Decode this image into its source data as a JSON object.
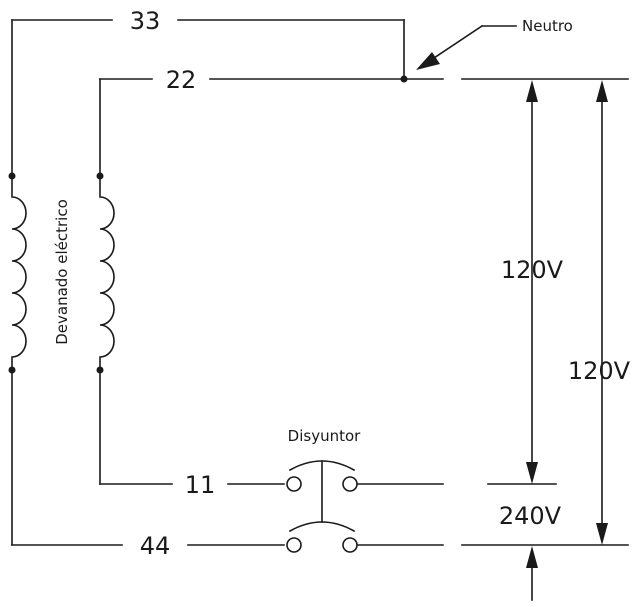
{
  "wires": {
    "top_outer": "33",
    "top_inner": "22",
    "bottom_inner": "11",
    "bottom_outer": "44"
  },
  "labels": {
    "neutral": "Neutro",
    "winding": "Devanado eléctrico",
    "breaker": "Disyuntor"
  },
  "voltages": {
    "neutral_to_l1": "120V",
    "neutral_to_l2": "120V",
    "line_to_line": "240V"
  },
  "colors": {
    "ink": "#1a1a1a",
    "background": "#ffffff"
  }
}
